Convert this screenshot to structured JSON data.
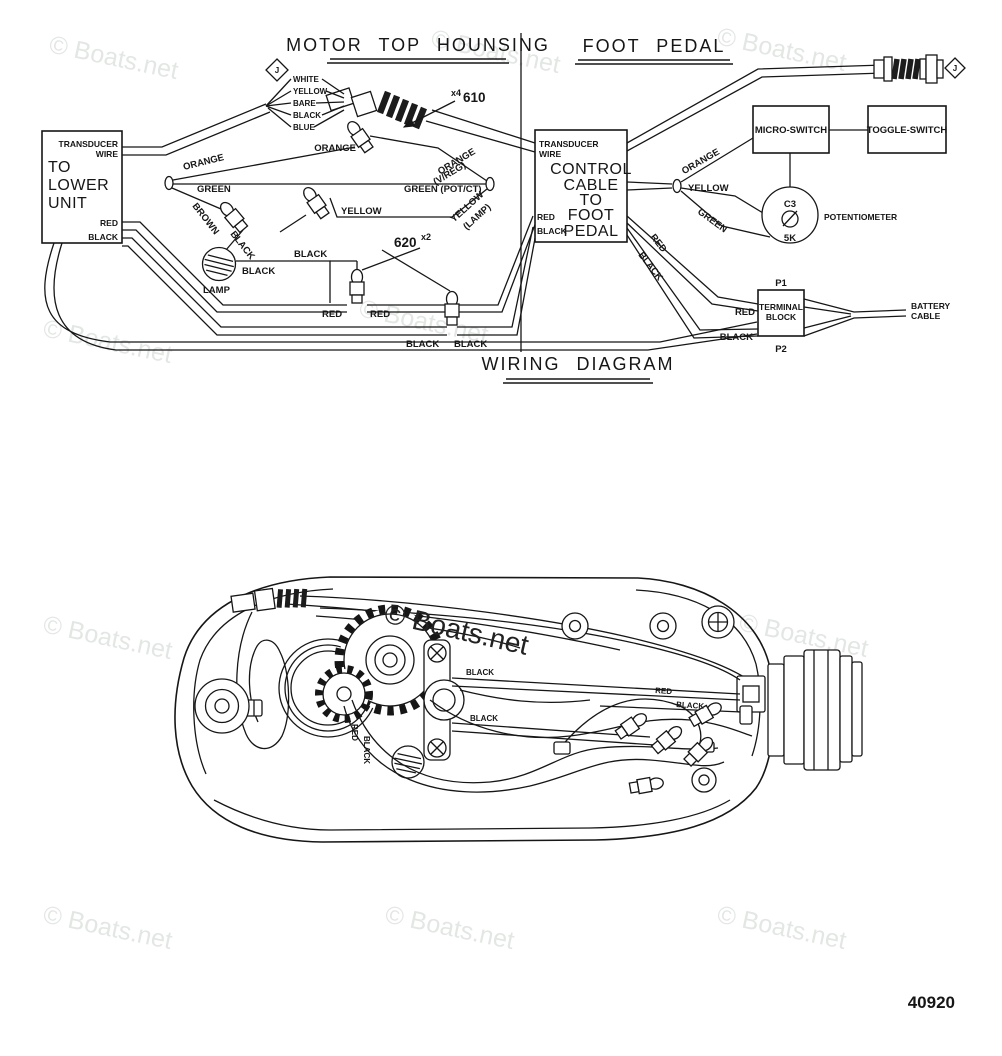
{
  "watermark": "© Boats.net",
  "part_number": "40920",
  "titles": {
    "motor": "MOTOR TOP HOUNSING",
    "foot": "FOOT PEDAL",
    "caption": "WIRING DIAGRAM"
  },
  "callouts": {
    "j_left": "J",
    "j_right": "J",
    "x4": "x4",
    "n610": "610",
    "n620": "620",
    "x2": "x2"
  },
  "motor_wires": [
    "WHITE",
    "YELLOW",
    "BARE",
    "BLACK",
    "BLUE"
  ],
  "lower_unit": {
    "l1": "TO",
    "l2": "LOWER",
    "l3": "UNIT",
    "transducer": "TRANSDUCER",
    "wire": "WIRE",
    "red": "RED",
    "black": "BLACK"
  },
  "mid": {
    "orange1": "ORANGE",
    "green1": "GREEN",
    "brown": "BROWN",
    "black_conn": "BLACK",
    "orange2": "ORANGE",
    "black_lamp": "BLACK",
    "lamp": "LAMP",
    "black_wire": "BLACK",
    "yellow": "YELLOW",
    "orange_vreg": "ORANGE",
    "vreg": "(V/REG)",
    "green_pot": "GREEN  (POT/CT)",
    "yellow_lamp": "YELLOW",
    "lamp_paren": "(LAMP)",
    "red1": "RED",
    "red2": "RED",
    "black1": "BLACK",
    "black2": "BLACK"
  },
  "control_box": {
    "transducer": "TRANSDUCER",
    "wire": "WIRE",
    "l1": "CONTROL",
    "l2": "CABLE",
    "l3": "TO",
    "l4": "FOOT",
    "l5": "PEDAL",
    "red": "RED",
    "black": "BLACK"
  },
  "pedal": {
    "orange": "ORANGE",
    "yellow": "YELLOW",
    "green": "GREEN",
    "red_diag": "RED",
    "black_diag": "BLACK",
    "micro": "MICRO-SWITCH",
    "toggle": "TOGGLE-SWITCH",
    "c3": "C3",
    "k5": "5K",
    "pot": "POTENTIOMETER",
    "p1": "P1",
    "p2": "P2",
    "terminal": "TERMINAL",
    "block": "BLOCK",
    "red": "RED",
    "black": "BLACK",
    "battery": "BATTERY",
    "cable": "CABLE"
  },
  "housing": {
    "black1": "BLACK",
    "black2": "BLACK",
    "red_v": "RED",
    "black_v": "BLACK",
    "red": "RED",
    "black3": "BLACK"
  }
}
